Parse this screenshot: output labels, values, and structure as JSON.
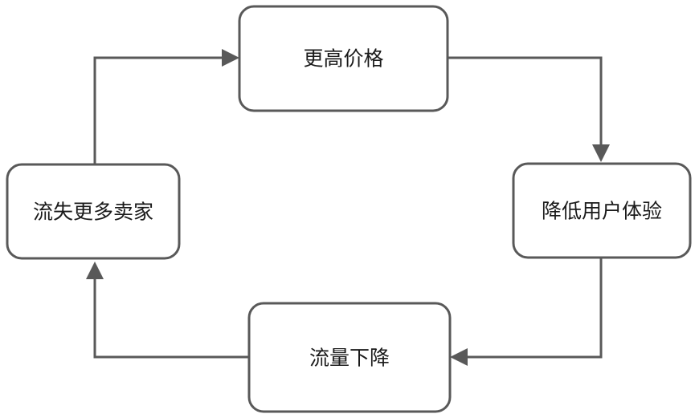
{
  "diagram": {
    "nodes": [
      {
        "id": "higher-price",
        "label": "更高价格"
      },
      {
        "id": "lower-user-experience",
        "label": "降低用户体验"
      },
      {
        "id": "traffic-drop",
        "label": "流量下降"
      },
      {
        "id": "lose-more-sellers",
        "label": "流失更多卖家"
      }
    ],
    "edges": [
      {
        "from": "higher-price",
        "to": "lower-user-experience"
      },
      {
        "from": "lower-user-experience",
        "to": "traffic-drop"
      },
      {
        "from": "traffic-drop",
        "to": "lose-more-sellers"
      },
      {
        "from": "lose-more-sellers",
        "to": "higher-price"
      }
    ]
  }
}
